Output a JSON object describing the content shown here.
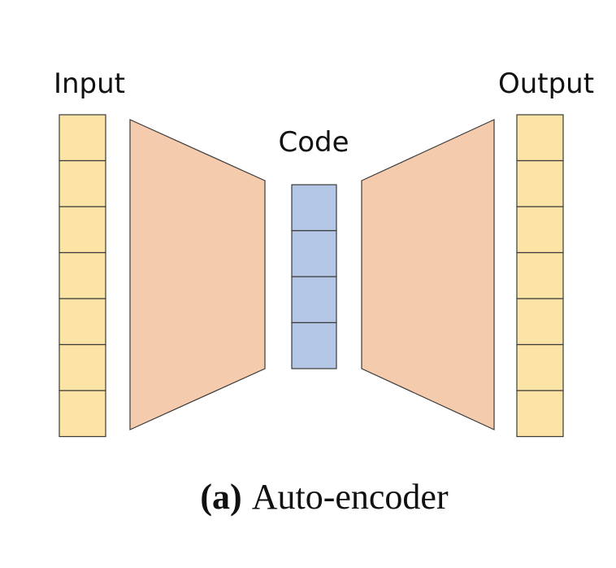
{
  "labels": {
    "input": "Input",
    "code": "Code",
    "output": "Output"
  },
  "caption": {
    "marker": "(a)",
    "text": "Auto-encoder"
  },
  "layers": {
    "input_cells": 7,
    "code_cells": 4,
    "output_cells": 7
  },
  "colors": {
    "input_fill": "#FCE4A6",
    "code_fill": "#B4C7E7",
    "output_fill": "#FCE4A6",
    "encoder_fill": "#F5CBAE",
    "decoder_fill": "#F5CBAE",
    "stroke": "#3a3a3a"
  }
}
